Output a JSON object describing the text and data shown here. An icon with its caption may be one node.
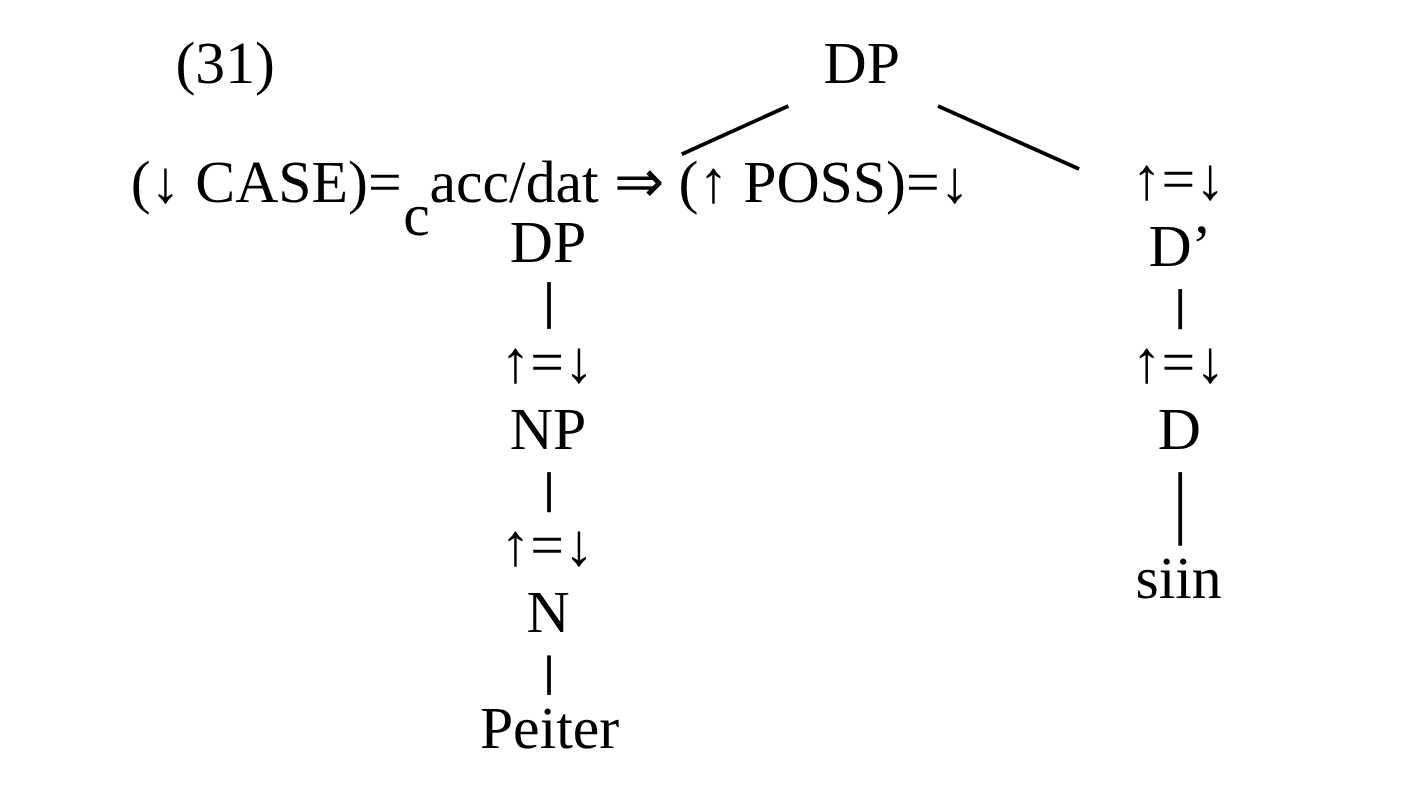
{
  "diagram": {
    "nodes": [
      {
        "text": [
          "DP"
        ]
      },
      {
        "text": [
          "(↓ CASE)=$_{c}$acc/dat ⇒ (↑ POSS)=↓",
          "DP"
        ]
      },
      {
        "text": [
          "↑=↓",
          "NP"
        ]
      },
      {
        "text": [
          "↑=↓",
          "N"
        ]
      },
      {
        "text": [
          "Peiter"
        ]
      },
      {
        "text": [
          "↑=↓",
          "D’"
        ]
      },
      {
        "text": [
          "↑=↓",
          "D"
        ]
      },
      {
        "text": [
          "siin"
        ]
      }
    ],
    "edges": [
      {
        "from": 0,
        "to": 1,
        "arrow": "none"
      },
      {
        "from": 1,
        "to": 2,
        "arrow": "none"
      },
      {
        "from": 2,
        "to": 3,
        "arrow": "none"
      },
      {
        "from": 3,
        "to": 4,
        "arrow": "none"
      },
      {
        "from": 0,
        "to": 5,
        "arrow": "none"
      },
      {
        "from": 5,
        "to": 6,
        "arrow": "none"
      },
      {
        "from": 6,
        "to": 7,
        "arrow": "none"
      }
    ],
    "labels": [
      "(31)"
    ]
  }
}
